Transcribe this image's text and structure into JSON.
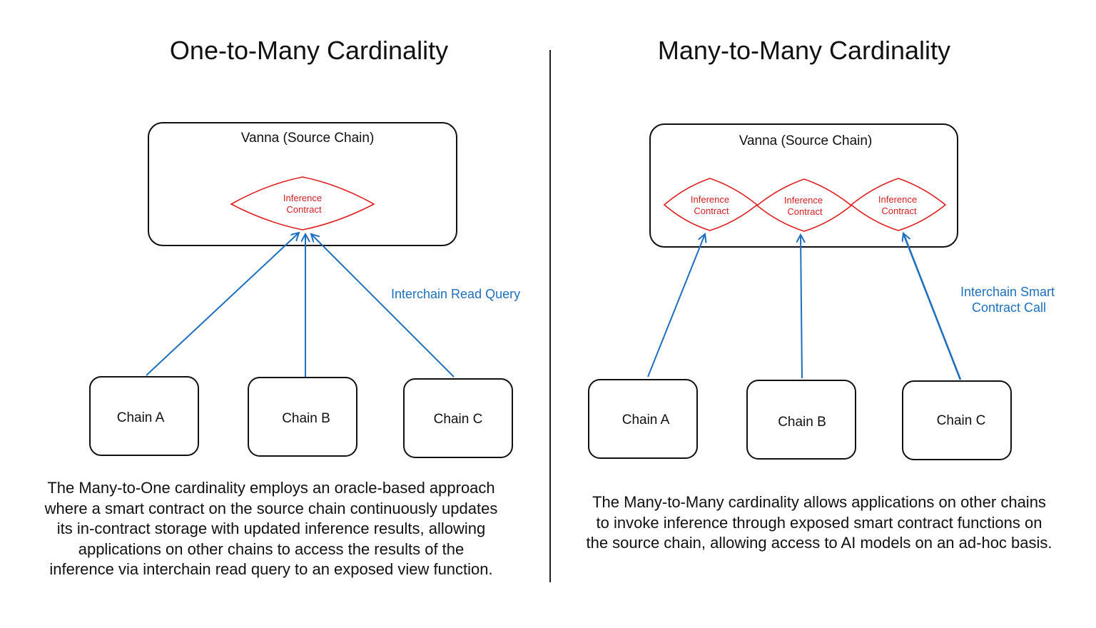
{
  "left_panel": {
    "title": "One-to-Many Cardinality",
    "source_chain_label": "Vanna (Source Chain)",
    "contract": {
      "line1": "Inference",
      "line2": "Contract"
    },
    "edge_label": "Interchain Read Query",
    "chains": [
      "Chain A",
      "Chain B",
      "Chain C"
    ],
    "description": "The Many-to-One cardinality employs an oracle-based approach\nwhere a smart contract on the source chain continuously updates\nits in-contract storage with updated inference results, allowing\napplications on other chains to access the results of the\ninference via interchain read query to an exposed view function."
  },
  "right_panel": {
    "title": "Many-to-Many Cardinality",
    "source_chain_label": "Vanna (Source Chain)",
    "contracts": [
      {
        "line1": "Inference",
        "line2": "Contract"
      },
      {
        "line1": "Inference",
        "line2": "Contract"
      },
      {
        "line1": "Inference",
        "line2": "Contract"
      }
    ],
    "edge_label": {
      "line1": "Interchain Smart",
      "line2": "Contract Call"
    },
    "chains": [
      "Chain A",
      "Chain B",
      "Chain C"
    ],
    "description": "The Many-to-Many cardinality allows applications on other chains\nto invoke inference through exposed smart contract functions on\nthe source chain, allowing access to AI models on an ad-hoc basis."
  },
  "colors": {
    "contract": "#e02020",
    "arrow": "#1f6fbf",
    "ink": "#111111"
  }
}
